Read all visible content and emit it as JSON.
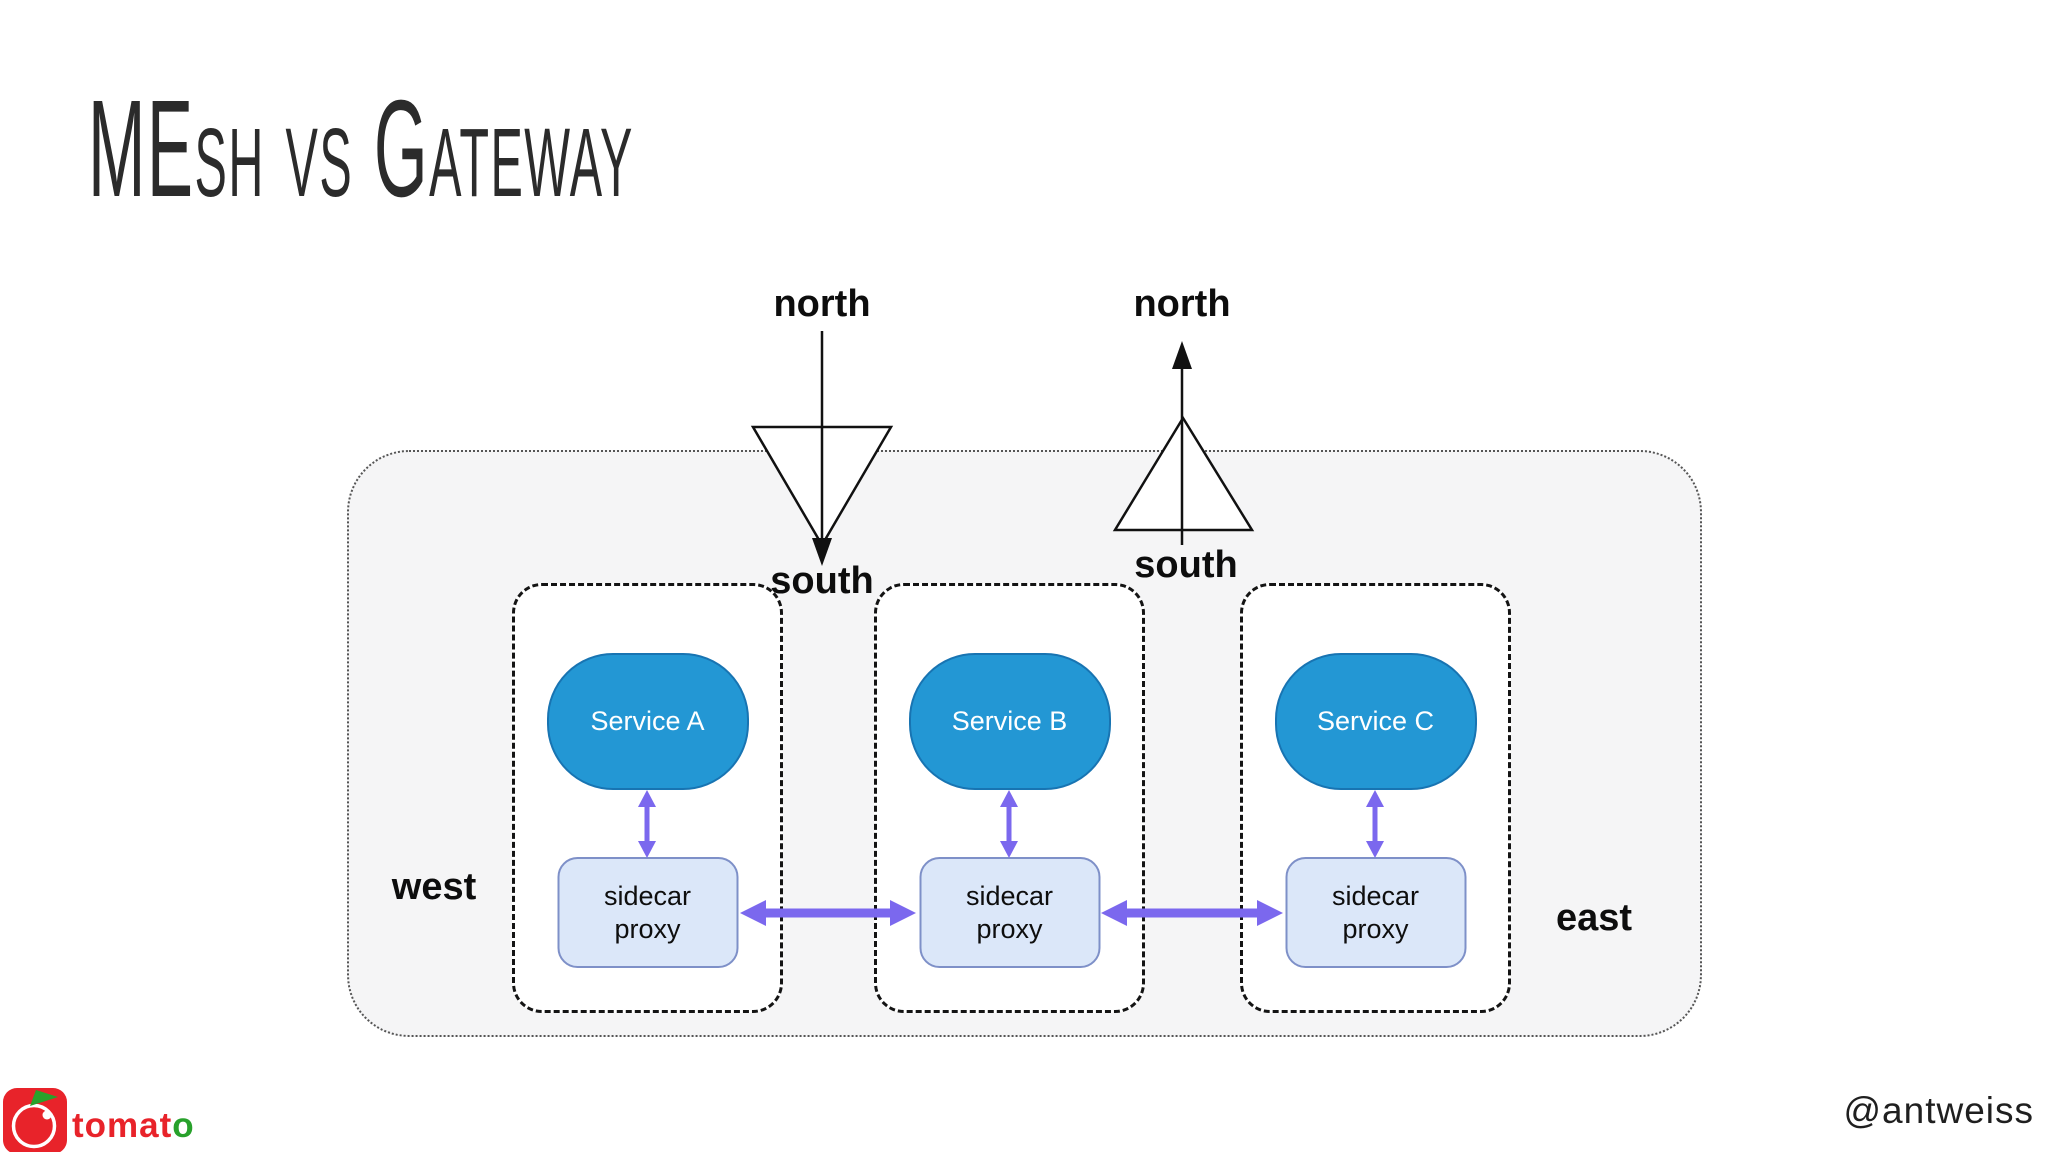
{
  "title": "MEsh vs Gateway",
  "gateways": {
    "ingress": {
      "north": "north",
      "south": "south"
    },
    "egress": {
      "north": "north",
      "south": "south"
    }
  },
  "zones": {
    "west": "west",
    "east": "east"
  },
  "services": [
    {
      "name": "Service A",
      "proxy": "sidecar\nproxy"
    },
    {
      "name": "Service B",
      "proxy": "sidecar\nproxy"
    },
    {
      "name": "Service C",
      "proxy": "sidecar\nproxy"
    }
  ],
  "footer": {
    "brand_red": "tomat",
    "brand_green": "o",
    "handle": "@antweiss"
  },
  "colors": {
    "ink": "#111111",
    "title-ink": "#2b2b2b",
    "container-fill": "#f5f5f6",
    "container-dot": "#555555",
    "box-border": "#141414",
    "service-fill": "#2397d4",
    "service-border": "#1874b2",
    "service-text": "#ffffff",
    "proxy-fill": "#dbe7f9",
    "proxy-border": "#7e90c8",
    "arrow-purple": "#7b68ee",
    "logo-red": "#e8232a",
    "logo-green": "#28a12b",
    "handle-ink": "#1f1f1f"
  }
}
